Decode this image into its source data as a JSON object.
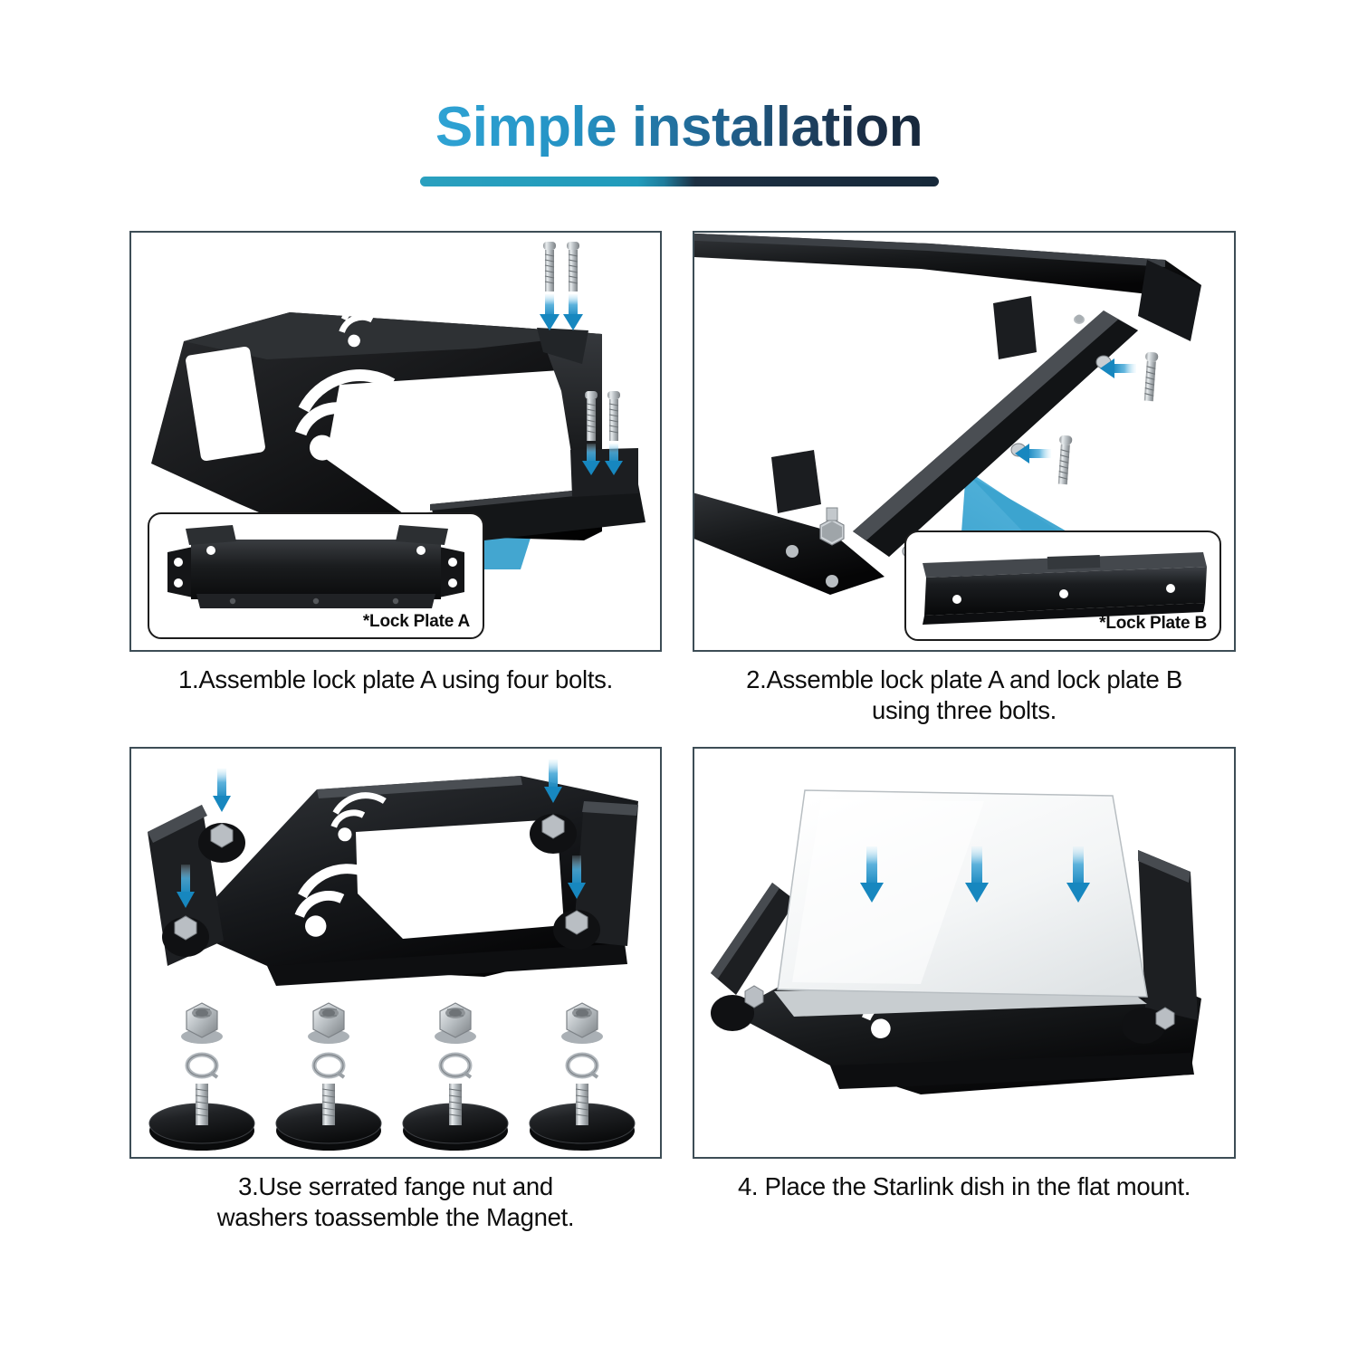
{
  "header": {
    "title": "Simple installation"
  },
  "colors": {
    "accent_light": "#2fa3d4",
    "accent_dark": "#1b3049",
    "arrow_blue": "#1f8fc4",
    "cone_blue": "#3ba3cf",
    "panel_border": "#3d4d56",
    "part_black": "#18191b",
    "dish_white": "#f4f6f7"
  },
  "steps": [
    {
      "id": "step-1",
      "caption_lines": [
        "1.Assemble lock plate A using four bolts."
      ],
      "inset_label": "*Lock Plate A",
      "bolt_count": 4,
      "arrow_count": 4
    },
    {
      "id": "step-2",
      "caption_lines": [
        "2.Assemble lock plate A and lock plate B",
        "using three bolts."
      ],
      "inset_label": "*Lock Plate B",
      "bolt_count": 3,
      "arrow_count": 3
    },
    {
      "id": "step-3",
      "caption_lines": [
        "3.Use serrated fange nut and",
        "washers toassemble the Magnet."
      ],
      "inset_label": null,
      "hardware_sets": 4,
      "hardware_parts": [
        "serrated-flange-nut",
        "split-lock-washer",
        "rubber-magnet-puck"
      ],
      "arrow_count": 4
    },
    {
      "id": "step-4",
      "caption_lines": [
        "4. Place the Starlink dish in the flat mount."
      ],
      "inset_label": null,
      "arrow_count": 3
    }
  ],
  "icons": {
    "wifi_logo": "wifi-signal-cutout",
    "down_arrow": "arrow-down-icon",
    "left_arrow": "arrow-left-icon",
    "bolt": "bolt-icon",
    "nut": "flange-nut-icon",
    "washer": "lock-washer-icon",
    "magnet": "magnet-puck-icon"
  }
}
